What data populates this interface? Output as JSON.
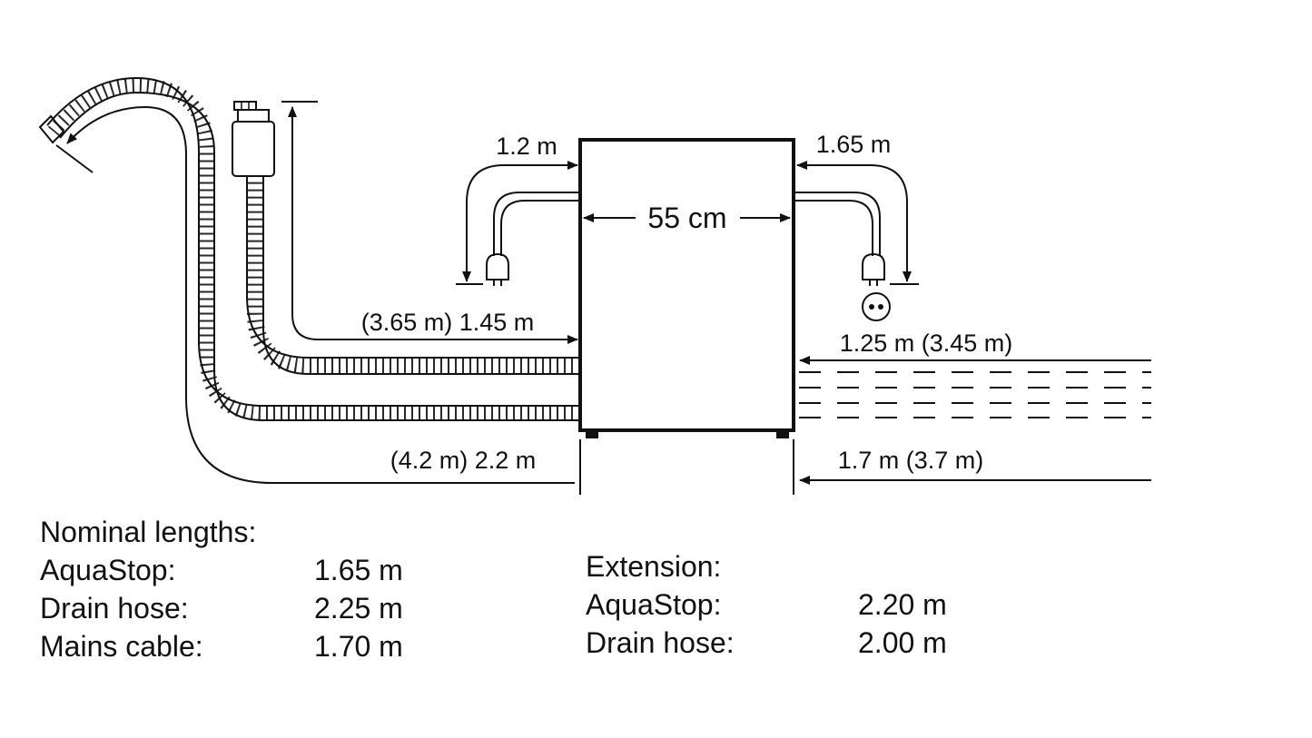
{
  "diagram": {
    "width_label": "55 cm",
    "left_cable_label": "1.2 m",
    "right_cable_label": "1.65 m",
    "aquastop_label": "(3.65 m) 1.45 m",
    "right_hose_label": "1.25 m (3.45 m)",
    "drain_label": "(4.2 m) 2.2 m",
    "right_bottom_label": "1.7 m (3.7 m)"
  },
  "nominal": {
    "title": "Nominal lengths:",
    "rows": [
      {
        "label": "AquaStop:",
        "value": "1.65 m"
      },
      {
        "label": "Drain hose:",
        "value": "2.25 m"
      },
      {
        "label": "Mains cable:",
        "value": "1.70 m"
      }
    ]
  },
  "extension": {
    "title": "Extension:",
    "rows": [
      {
        "label": "AquaStop:",
        "value": "2.20 m"
      },
      {
        "label": "Drain hose:",
        "value": "2.00 m"
      }
    ]
  }
}
